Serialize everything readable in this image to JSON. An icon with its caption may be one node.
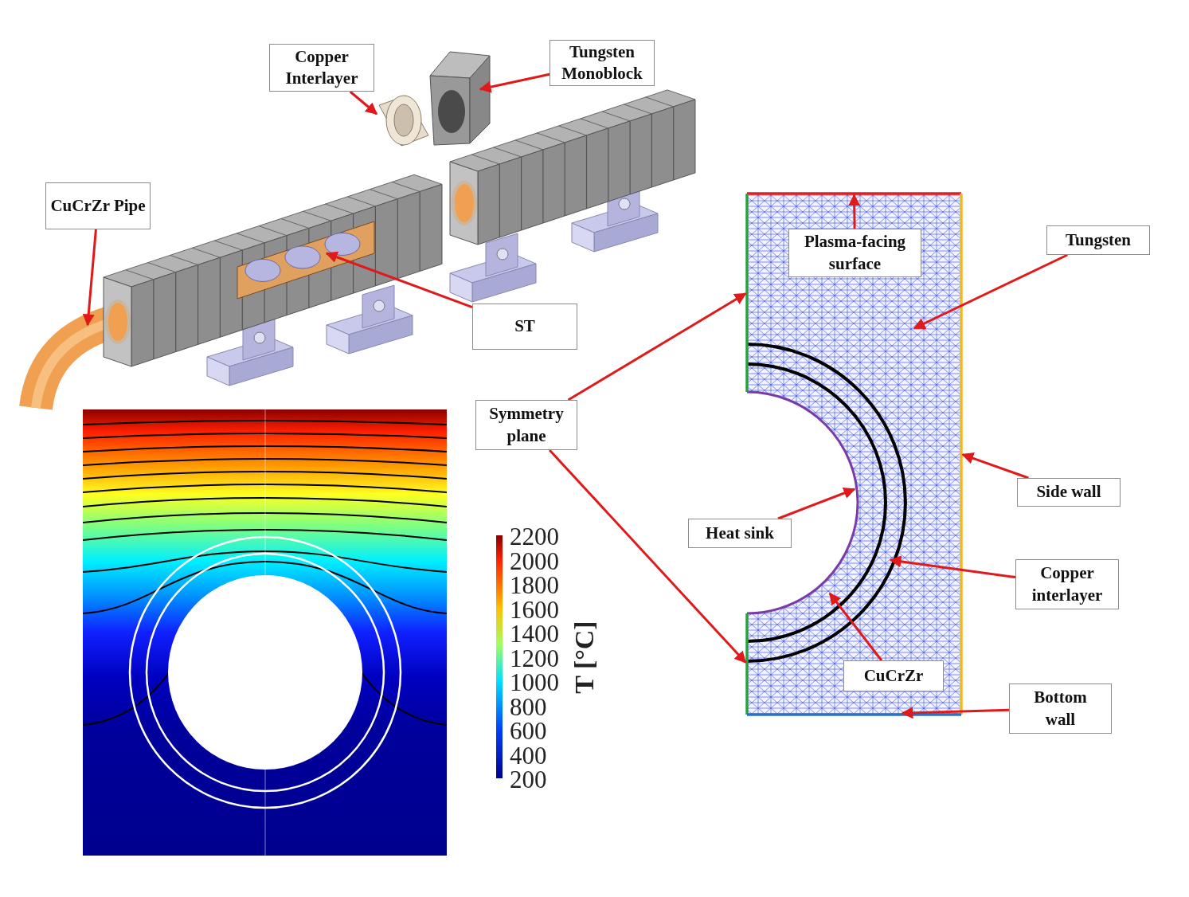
{
  "diagram": {
    "nodes": [
      {
        "text": [
          "Copper Interlayer"
        ]
      },
      {
        "text": [
          "Tungsten Monoblock"
        ]
      },
      {
        "text": [
          "CuCrZr Pipe"
        ]
      },
      {
        "text": [
          "ST"
        ]
      },
      {
        "text": [
          "Plasma-facing surface"
        ]
      },
      {
        "text": [
          "Tungsten"
        ]
      },
      {
        "text": [
          "Symmetry plane"
        ]
      },
      {
        "text": [
          "Side wall"
        ]
      },
      {
        "text": [
          "Heat sink"
        ]
      },
      {
        "text": [
          "Copper interlayer"
        ]
      },
      {
        "text": [
          "CuCrZr"
        ]
      },
      {
        "text": [
          "Bottom wall"
        ]
      },
      {
        "text": [],
        "shape": "line"
      },
      {
        "text": [],
        "shape": "line"
      },
      {
        "text": [],
        "shape": "line"
      },
      {
        "text": [],
        "shape": "line"
      },
      {
        "text": [],
        "shape": "line"
      }
    ],
    "edges": [
      {
        "from": 0,
        "to": null,
        "arrow": "to"
      },
      {
        "from": 1,
        "to": null,
        "arrow": "to"
      },
      {
        "from": 2,
        "to": null,
        "arrow": "to"
      },
      {
        "from": 3,
        "to": null,
        "arrow": "to"
      },
      {
        "from": 4,
        "to": 12,
        "arrow": "to"
      },
      {
        "from": 5,
        "to": null,
        "arrow": "to"
      },
      {
        "from": 6,
        "to": 13,
        "arrow": "to"
      },
      {
        "from": 6,
        "to": 14,
        "arrow": "to"
      },
      {
        "from": 7,
        "to": 15,
        "arrow": "to"
      },
      {
        "from": 8,
        "to": null,
        "arrow": "to"
      },
      {
        "from": 9,
        "to": null,
        "arrow": "to"
      },
      {
        "from": 10,
        "to": null,
        "arrow": "to"
      },
      {
        "from": 11,
        "to": 16,
        "arrow": "to"
      }
    ],
    "labels": [
      "2200",
      "2000",
      "1800",
      "1600",
      "1400",
      "1200",
      "1000",
      "800",
      "600",
      "400",
      "200",
      "T [°C]"
    ]
  }
}
